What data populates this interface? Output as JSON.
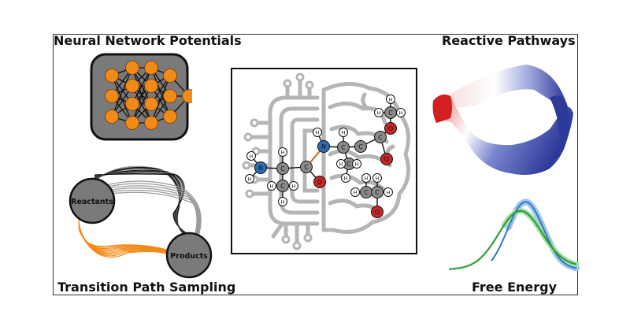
{
  "titles": {
    "nnp": "Neural Network Potentials",
    "reactive": "Reactive Pathways",
    "tps": "Transition Path Sampling",
    "free_energy": "Free Energy"
  },
  "tps_labels": {
    "reactants": "Reactants",
    "products": "Products"
  },
  "molecule_labels": {
    "hydrogen": "H",
    "carbon": "C",
    "nitrogen": "N",
    "oxygen": "O"
  },
  "colors": {
    "neuron": "#f28a17",
    "nn_panel": "#7a7a7a",
    "path_black": "#111111",
    "path_gray": "#9a9a9a",
    "path_orange": "#f28a17",
    "nitrogen": "#2a6fb3",
    "oxygen": "#c62828",
    "carbon": "#8a8a8a",
    "hydrogen": "#ffffff",
    "circuit": "#b5b5b5",
    "fe_blue": "#2f79c0",
    "fe_green": "#2e9e3a",
    "surface_red": "#d21f1f",
    "surface_blue": "#2d3a9a"
  }
}
